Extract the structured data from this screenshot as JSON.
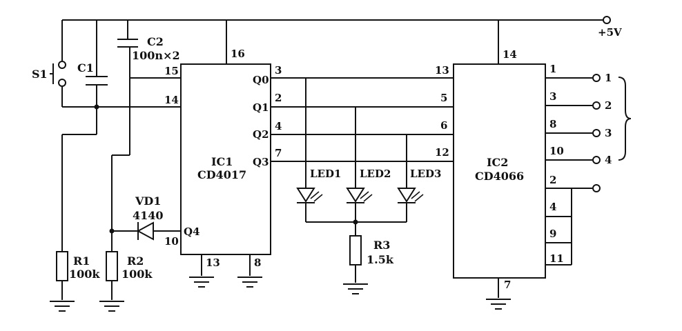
{
  "supply": {
    "label": "+5V"
  },
  "ic1": {
    "name": "IC1",
    "part": "CD4017",
    "pins": {
      "vdd": "16",
      "clk": "15",
      "en": "14",
      "q0": "3",
      "q1": "2",
      "q2": "4",
      "q3": "7",
      "q4": "10",
      "gnd": "13",
      "vss": "8"
    },
    "outputs": {
      "q0": "Q0",
      "q1": "Q1",
      "q2": "Q2",
      "q3": "Q3",
      "q4": "Q4"
    }
  },
  "ic2": {
    "name": "IC2",
    "part": "CD4066",
    "pins": {
      "vdd": "14",
      "in1": "13",
      "in2": "5",
      "in3": "6",
      "in4": "12",
      "out1": "1",
      "out2": "3",
      "out3": "8",
      "out4": "10",
      "pin2": "2",
      "pin4": "4",
      "pin9": "9",
      "pin11": "11",
      "gnd": "7"
    }
  },
  "components": {
    "s1": "S1",
    "c1": "C1",
    "c2": {
      "name": "C2",
      "value": "100n×2"
    },
    "r1": {
      "name": "R1",
      "value": "100k"
    },
    "r2": {
      "name": "R2",
      "value": "100k"
    },
    "r3": {
      "name": "R3",
      "value": "1.5k"
    },
    "vd1": {
      "name": "VD1",
      "value": "4140"
    },
    "led1": "LED1",
    "led2": "LED2",
    "led3": "LED3"
  },
  "terminals": [
    "1",
    "2",
    "3",
    "4"
  ]
}
